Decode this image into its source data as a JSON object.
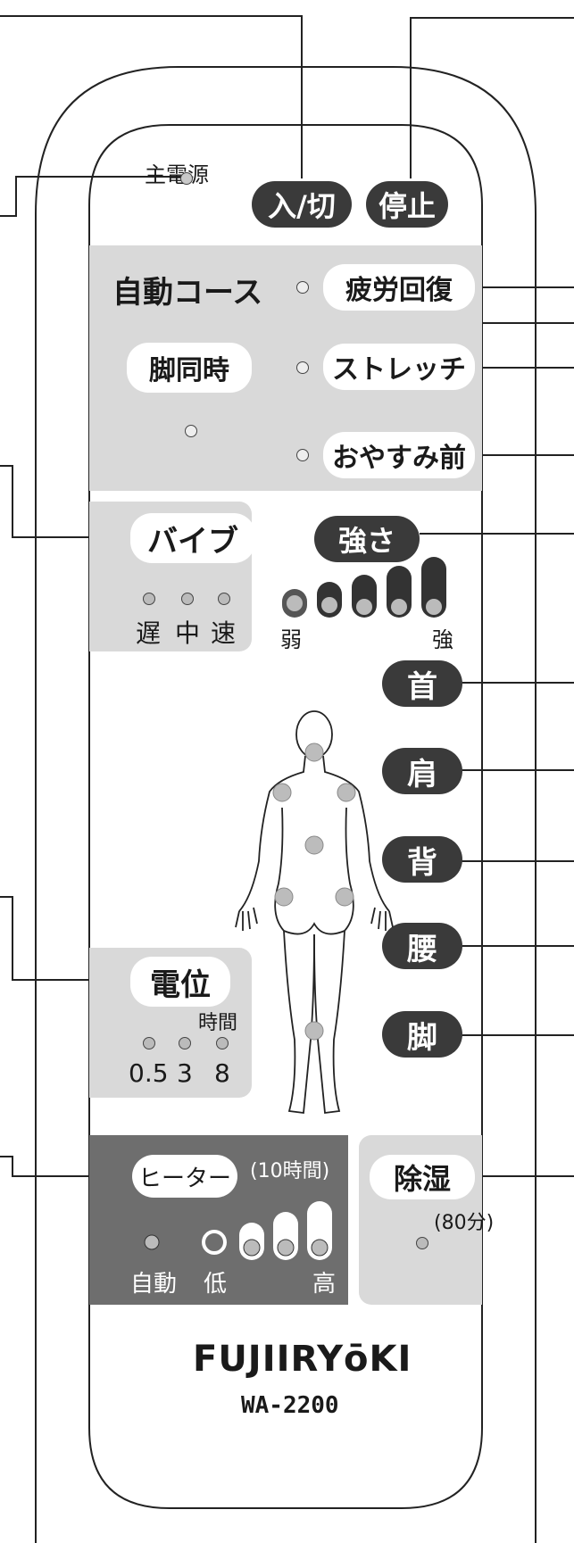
{
  "top": {
    "main_power_label": "主電源",
    "power_button": "入/切",
    "stop_button": "停止"
  },
  "auto_course": {
    "title": "自動コース",
    "courses": [
      "疲労回復",
      "ストレッチ",
      "おやすみ前"
    ],
    "simultaneous_legs": "脚同時"
  },
  "vibe": {
    "label": "バイブ",
    "speeds": [
      "遅",
      "中",
      "速"
    ]
  },
  "strength": {
    "label": "強さ",
    "min_label": "弱",
    "max_label": "強"
  },
  "body_parts": [
    "首",
    "肩",
    "背",
    "腰",
    "脚"
  ],
  "potential": {
    "label": "電位",
    "time_label": "時間",
    "times": [
      "0.5",
      "3",
      "8"
    ]
  },
  "heater": {
    "label": "ヒーター",
    "duration": "(10時間)",
    "auto_label": "自動",
    "low_label": "低",
    "high_label": "高"
  },
  "dehumidify": {
    "label": "除湿",
    "duration": "(80分)"
  },
  "brand": {
    "logo": "FUJIIRYōKI",
    "model": "WA-2200"
  },
  "colors": {
    "dark_button": "#3a3a3a",
    "panel_gray": "#d9d9d9",
    "heater_dark": "#6e6e6e"
  }
}
